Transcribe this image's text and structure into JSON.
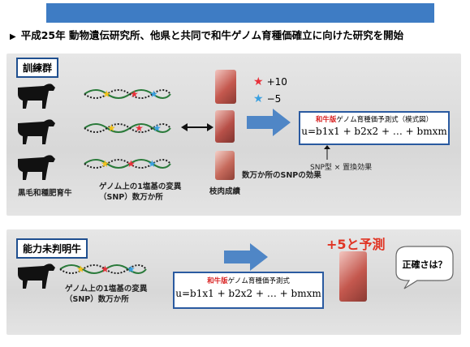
{
  "header": {
    "bar_color": "#3e7cc4",
    "headline": "平成25年 動物遺伝研究所、他県と共同で和牛ゲノム育種価確立に向けた研究を開始"
  },
  "training": {
    "label": "訓練群",
    "legend": [
      {
        "icon": "red-star",
        "value": "+10",
        "color": "#e8313a"
      },
      {
        "icon": "blue-star",
        "value": "−5",
        "color": "#3aa0e0"
      }
    ],
    "captions": {
      "cattle": "黒毛和種肥育牛",
      "snp": "ゲノム上の1塩基の変異\n（SNP）数万か所",
      "marbling": "枝肉成績",
      "effect": "数万か所のSNPの効果"
    },
    "formula": {
      "title_red": "和牛版",
      "title_rest": "ゲノム育種価予測式（模式図）",
      "equation": "u=b1x1 + b2x2 + … + bmxm",
      "note": "SNP型 × 置換効果"
    }
  },
  "unknown": {
    "label": "能力未判明牛",
    "snp_caption": "ゲノム上の1塩基の変異\n（SNP）数万か所",
    "formula": {
      "title_red": "和牛版",
      "title_rest": "ゲノム育種価予測式",
      "equation": "u=b1x1 + b2x2 + … + bmxm"
    },
    "prediction": "+5と予測",
    "question": "正確さは？"
  }
}
